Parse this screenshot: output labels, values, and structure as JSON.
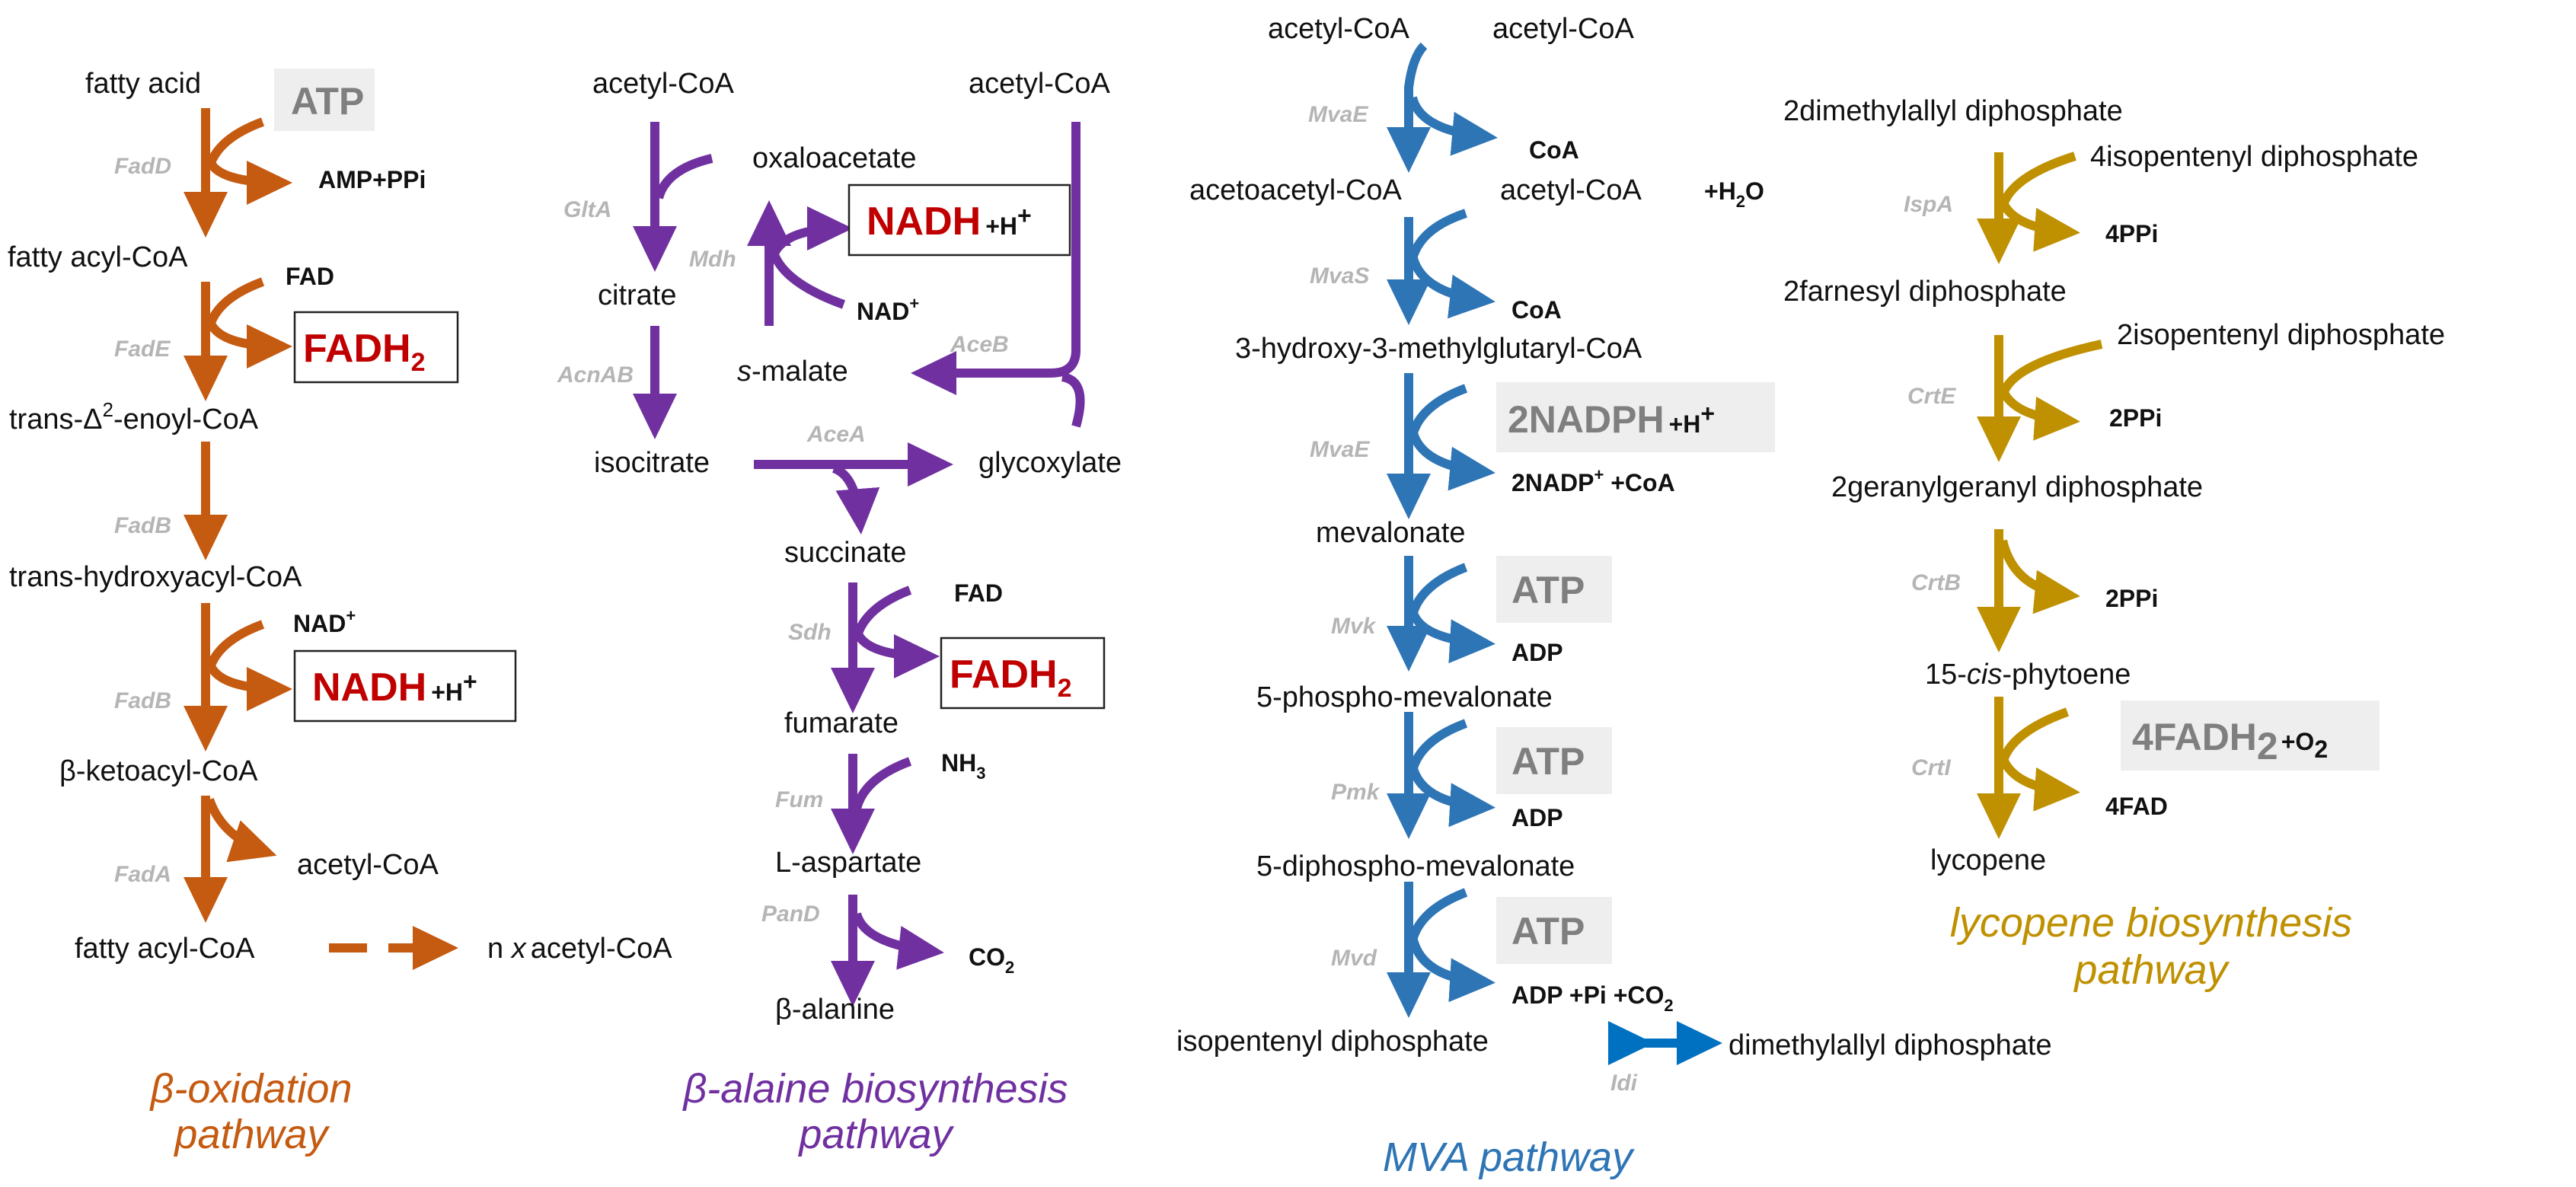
{
  "colors": {
    "beta_oxidation": "#c55a11",
    "beta_alanine": "#7030a0",
    "mva": "#2e75b6",
    "idi_arrow": "#0070c0",
    "lycopene": "#bf9000",
    "cofactor_grey_box": "#eeeeee",
    "cofactor_red_text": "#c00000",
    "enzyme_grey": "#b5b5b5"
  },
  "beta_oxidation": {
    "title_line1": "β-oxidation",
    "title_line2": "pathway",
    "metabolites": {
      "fatty_acid": "fatty acid",
      "fatty_acyl_coa": "fatty acyl-CoA",
      "enoyl_coa_a": "trans-Δ",
      "enoyl_coa_sup": "2",
      "enoyl_coa_b": "-enoyl-CoA",
      "hydroxyacyl_coa": "trans-hydroxyacyl-CoA",
      "ketoacyl_coa": "β-ketoacyl-CoA",
      "acetyl_coa": "acetyl-CoA",
      "fatty_acyl_coa_2": "fatty acyl-CoA",
      "n_acetyl_coa_a": "n ",
      "n_acetyl_coa_x": "x",
      "n_acetyl_coa_b": "acetyl-CoA"
    },
    "enzymes": {
      "fadD": "FadD",
      "fadE": "FadE",
      "fadB1": "FadB",
      "fadB2": "FadB",
      "fadA": "FadA"
    },
    "cofactors": {
      "atp": "ATP",
      "amp_ppi": "AMP+PPi",
      "fad": "FAD",
      "fadh": "FADH",
      "fadh_sub": "2",
      "nad": "NAD",
      "nad_sup": "+",
      "nadh": "NADH",
      "h_plus": "+H",
      "h_sup": "+"
    }
  },
  "beta_alanine": {
    "title_line1": "β-alaine biosynthesis",
    "title_line2": "pathway",
    "metabolites": {
      "acetyl_coa_1": "acetyl-CoA",
      "acetyl_coa_2": "acetyl-CoA",
      "oxaloacetate": "oxaloacetate",
      "citrate": "citrate",
      "s_malate_s": "s",
      "s_malate": "-malate",
      "isocitrate": "isocitrate",
      "glycoxylate": "glycoxylate",
      "succinate": "succinate",
      "fumarate": "fumarate",
      "l_aspartate": "L-aspartate",
      "beta_alanine": "β-alanine"
    },
    "enzymes": {
      "gltA": "GltA",
      "mdh": "Mdh",
      "aceB": "AceB",
      "acnAB": "AcnAB",
      "aceA": "AceA",
      "sdh": "Sdh",
      "fum": "Fum",
      "panD": "PanD"
    },
    "cofactors": {
      "nadh": "NADH",
      "h_plus": "+H",
      "h_sup": "+",
      "nad": "NAD",
      "nad_sup": "+",
      "fad": "FAD",
      "fadh": "FADH",
      "fadh_sub": "2",
      "nh3": "NH",
      "nh3_sub": "3",
      "co2": "CO",
      "co2_sub": "2"
    }
  },
  "mva": {
    "title": "MVA pathway",
    "metabolites": {
      "acetyl_coa_1": "acetyl-CoA",
      "acetyl_coa_2": "acetyl-CoA",
      "acetoacetyl_coa": "acetoacetyl-CoA",
      "acetyl_coa_3": "acetyl-CoA",
      "hmg_coa": "3-hydroxy-3-methylglutaryl-CoA",
      "mevalonate": "mevalonate",
      "phospho_mevalonate": "5-phospho-mevalonate",
      "diphospho_mevalonate": "5-diphospho-mevalonate",
      "ipp": "isopentenyl diphosphate",
      "dmapp": "dimethylallyl diphosphate"
    },
    "enzymes": {
      "mvaE1": "MvaE",
      "mvaS": "MvaS",
      "mvaE2": "MvaE",
      "mvk": "Mvk",
      "pmk": "Pmk",
      "mvd": "Mvd",
      "idi": "Idi"
    },
    "cofactors": {
      "coa_1": "CoA",
      "h2o_a": "+H",
      "h2o_sub": "2",
      "h2o_b": "O",
      "coa_2": "CoA",
      "nadph": "2NADPH",
      "h_plus": "+H",
      "h_sup": "+",
      "nadp_a": "2NADP",
      "nadp_sup": "+",
      "nadp_b": " +CoA",
      "atp_1": "ATP",
      "adp_1": "ADP",
      "atp_2": "ATP",
      "adp_2": "ADP",
      "atp_3": "ATP",
      "adp_pi_co2_a": "ADP +Pi +CO",
      "adp_pi_co2_sub": "2"
    }
  },
  "lycopene": {
    "title_line1": "lycopene biosynthesis",
    "title_line2": "pathway",
    "metabolites": {
      "dmapp": "2dimethylallyl diphosphate",
      "ipp_4": "4isopentenyl diphosphate",
      "fpp": "2farnesyl diphosphate",
      "ipp_2": "2isopentenyl diphosphate",
      "ggpp": "2geranylgeranyl diphosphate",
      "phytoene_a": "15-",
      "phytoene_cis": "cis",
      "phytoene_b": "-phytoene",
      "lycopene": "lycopene"
    },
    "enzymes": {
      "ispA": "IspA",
      "crtE": "CrtE",
      "crtB": "CrtB",
      "crtI": "CrtI"
    },
    "cofactors": {
      "ppi_4": "4PPi",
      "ppi_2a": "2PPi",
      "ppi_2b": "2PPi",
      "fadh_a": "4FADH",
      "fadh_sub": "2",
      "o2_a": "+O",
      "o2_sub": "2",
      "fad_4": "4FAD"
    }
  }
}
